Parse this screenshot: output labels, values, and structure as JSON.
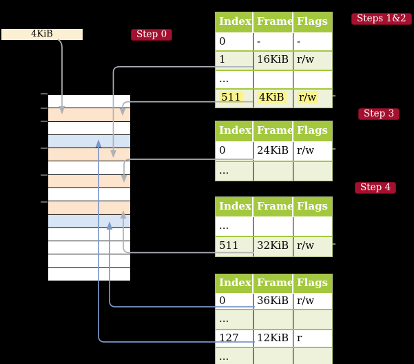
{
  "colors": {
    "background": "#000000",
    "badge_red": "#A5102F",
    "header_green": "#A3C83E",
    "row_green": "#EEF2DB",
    "table_border": "#A9B97C",
    "memory_peach": "#FDE4CD",
    "memory_blue": "#D7E5F4",
    "highlight_yellow": "#FBF48C",
    "box_cream": "#FBF0D2",
    "arrow_gray": "#AEB1B7",
    "arrow_blue": "#7C97C8",
    "tick_gray": "#8C8F94"
  },
  "labels": {
    "frame_size_box": "4KiB",
    "step0": "Step 0",
    "steps12": "Steps 1&2",
    "step3": "Step 3",
    "step4": "Step 4"
  },
  "tables": [
    {
      "headers": [
        "Index",
        "Frame",
        "Flags"
      ],
      "rows": [
        {
          "cells": [
            "0",
            "-",
            "-"
          ],
          "highlight": false
        },
        {
          "cells": [
            "1",
            "16KiB",
            "r/w"
          ],
          "highlight": false
        },
        {
          "cells": [
            "...",
            "",
            ""
          ],
          "highlight": false
        },
        {
          "cells": [
            "511",
            "4KiB",
            "r/w"
          ],
          "highlight": true
        }
      ]
    },
    {
      "headers": [
        "Index",
        "Frame",
        "Flags"
      ],
      "rows": [
        {
          "cells": [
            "0",
            "24KiB",
            "r/w"
          ],
          "highlight": false
        },
        {
          "cells": [
            "...",
            "",
            ""
          ],
          "highlight": false
        }
      ]
    },
    {
      "headers": [
        "Index",
        "Frame",
        "Flags"
      ],
      "rows": [
        {
          "cells": [
            "...",
            "",
            ""
          ],
          "highlight": false
        },
        {
          "cells": [
            "511",
            "32KiB",
            "r/w"
          ],
          "highlight": false
        }
      ]
    },
    {
      "headers": [
        "Index",
        "Frame",
        "Flags"
      ],
      "rows": [
        {
          "cells": [
            "0",
            "36KiB",
            "r/w"
          ],
          "highlight": false
        },
        {
          "cells": [
            "...",
            "",
            ""
          ],
          "highlight": false
        },
        {
          "cells": [
            "127",
            "12KiB",
            "r"
          ],
          "highlight": false
        },
        {
          "cells": [
            "...",
            "",
            ""
          ],
          "highlight": false
        }
      ]
    }
  ],
  "memory": {
    "frame_rows": [
      "empty",
      "page-table",
      "empty",
      "mapped-page",
      "page-table",
      "empty",
      "page-table",
      "empty",
      "page-table",
      "mapped-page",
      "empty",
      "empty",
      "empty",
      "empty"
    ]
  }
}
